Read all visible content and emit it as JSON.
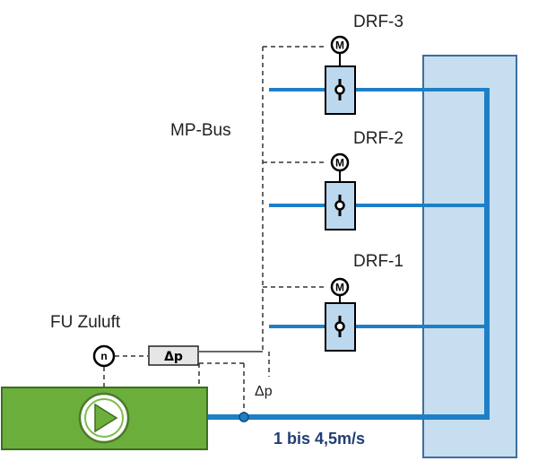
{
  "labels": {
    "mp_bus": "MP-Bus",
    "fu_zuluft": "FU Zuluft",
    "dp_box": "Δp",
    "dp_sensor": "Δp",
    "speed": "1 bis 4,5m/s",
    "motor_symbol": "M",
    "speed_symbol": "n"
  },
  "dampers": [
    {
      "id": "drf-3",
      "label": "DRF-3"
    },
    {
      "id": "drf-2",
      "label": "DRF-2"
    },
    {
      "id": "drf-1",
      "label": "DRF-1"
    }
  ],
  "colors": {
    "duct": "#1f7fc6",
    "shaft_fill": "#c6def0",
    "shaft_border": "#3d6e9e",
    "damper_fill": "#bcd8ee",
    "fan_fill": "#6cae3c",
    "fan_border": "#3d6e1f",
    "dashed_line": "#333333"
  }
}
